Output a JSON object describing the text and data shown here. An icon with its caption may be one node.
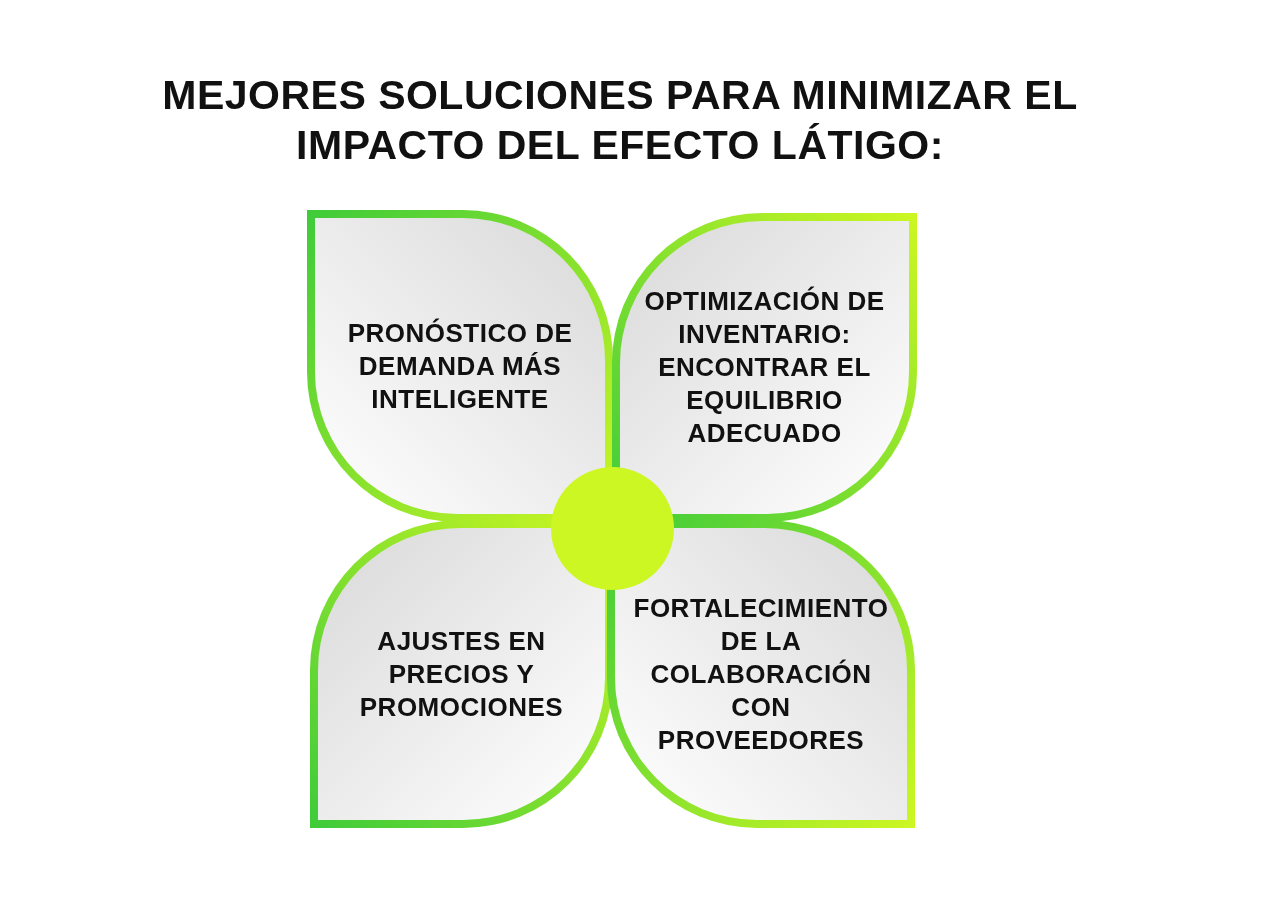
{
  "diagram": {
    "title": "MEJORES SOLUCIONES PARA MINIMIZAR EL IMPACTO DEL EFECTO LÁTIGO:",
    "nodes": [
      {
        "text": [
          "PRONÓSTICO DE DEMANDA MÁS INTELIGENTE"
        ]
      },
      {
        "text": [
          "OPTIMIZACIÓN DE INVENTARIO: ENCONTRAR EL EQUILIBRIO ADECUADO"
        ]
      },
      {
        "text": [],
        "shape": "circle"
      },
      {
        "text": [
          "AJUSTES EN PRECIOS Y PROMOCIONES"
        ]
      },
      {
        "text": [
          "FORTALECIMIENTO DE LA COLABORACIÓN CON PROVEEDORES"
        ]
      }
    ]
  }
}
